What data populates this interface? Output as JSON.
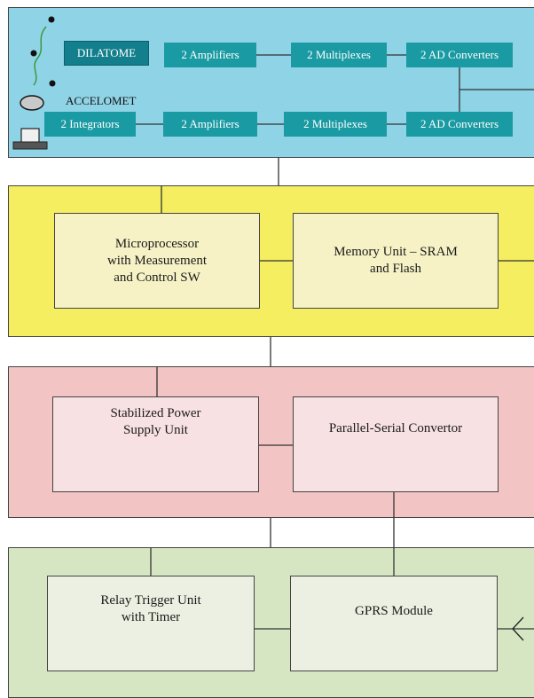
{
  "sensors": {
    "dilatome_label": "DILATOME",
    "accelomet_label": "ACCELOMET"
  },
  "cyan_band": {
    "row1": [
      "2 Amplifiers",
      "2 Multiplexes",
      "2 AD Converters"
    ],
    "row2": [
      "2 Integrators",
      "2 Amplifiers",
      "2 Multiplexes",
      "2 AD Converters"
    ]
  },
  "yellow_band": {
    "processor": [
      "Microprocessor",
      "with Measurement",
      "and Control SW"
    ],
    "memory": [
      "Memory Unit – SRAM",
      "and Flash"
    ]
  },
  "red_band": {
    "power": [
      "Stabilized Power",
      "Supply Unit"
    ],
    "converter": [
      "Parallel-Serial Convertor"
    ]
  },
  "green_band": {
    "relay": [
      "Relay Trigger Unit",
      "with Timer"
    ],
    "gprs": [
      "GPRS Module"
    ]
  },
  "colors": {
    "cyan": "#8fd3e6",
    "teal_chip": "#1a9aa2",
    "yellow": "#f4ee60",
    "red": "#f2c4c4",
    "green": "#d7e6c2"
  }
}
